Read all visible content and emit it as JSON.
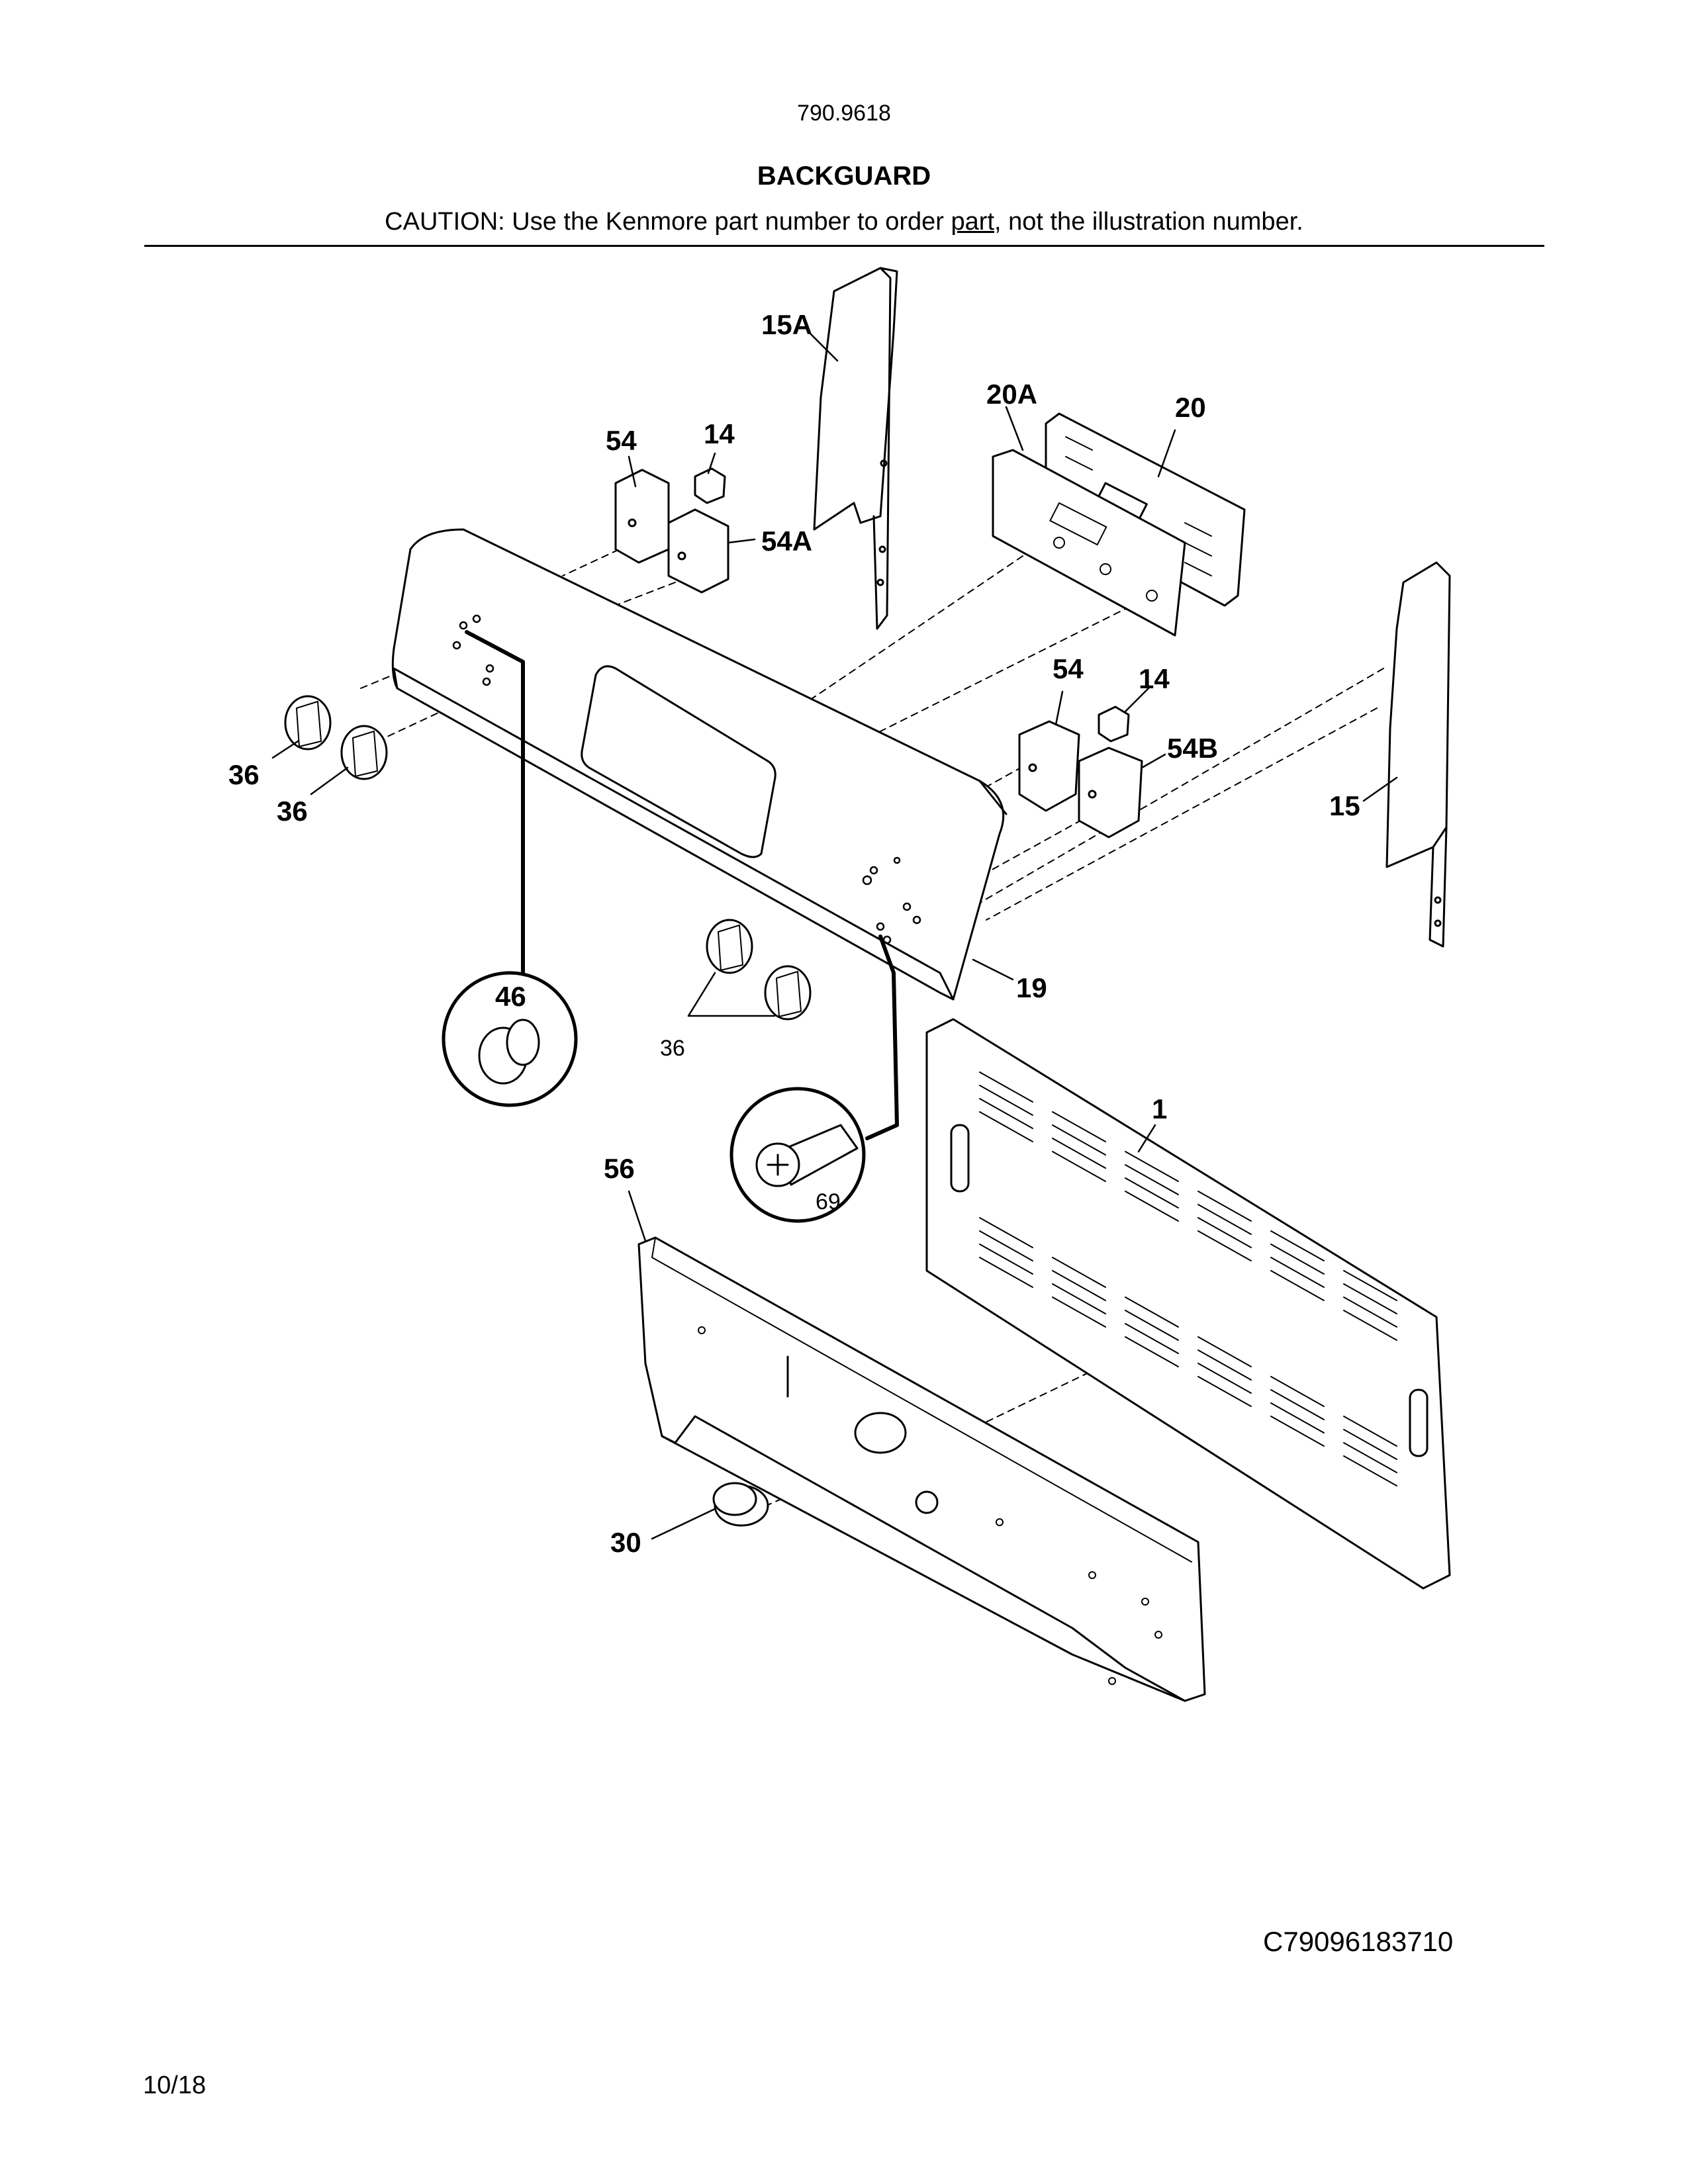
{
  "header": {
    "model": "790.9618",
    "title": "BACKGUARD",
    "caution_before": "CAUTION: Use the Kenmore part number to order ",
    "caution_underlined": "part",
    "caution_after": ", not the illustration number."
  },
  "footer": {
    "diagram_code": "C79096183710",
    "date": "10/18"
  },
  "part_labels": {
    "p15A": "15A",
    "p20A": "20A",
    "p20": "20",
    "p54_top": "54",
    "p14_top": "14",
    "p54A": "54A",
    "p36_a": "36",
    "p36_b": "36",
    "p54_mid": "54",
    "p14_mid": "14",
    "p54B": "54B",
    "p15": "15",
    "p46": "46",
    "p19": "19",
    "p36_c": "36",
    "p1": "1",
    "p56": "56",
    "p69": "69",
    "p30": "30"
  },
  "icons": {
    "knob": "control-knob-icon",
    "switch": "infinite-switch-icon",
    "screw": "screw-icon",
    "cap": "button-cap-icon",
    "plug": "hole-plug-icon"
  }
}
